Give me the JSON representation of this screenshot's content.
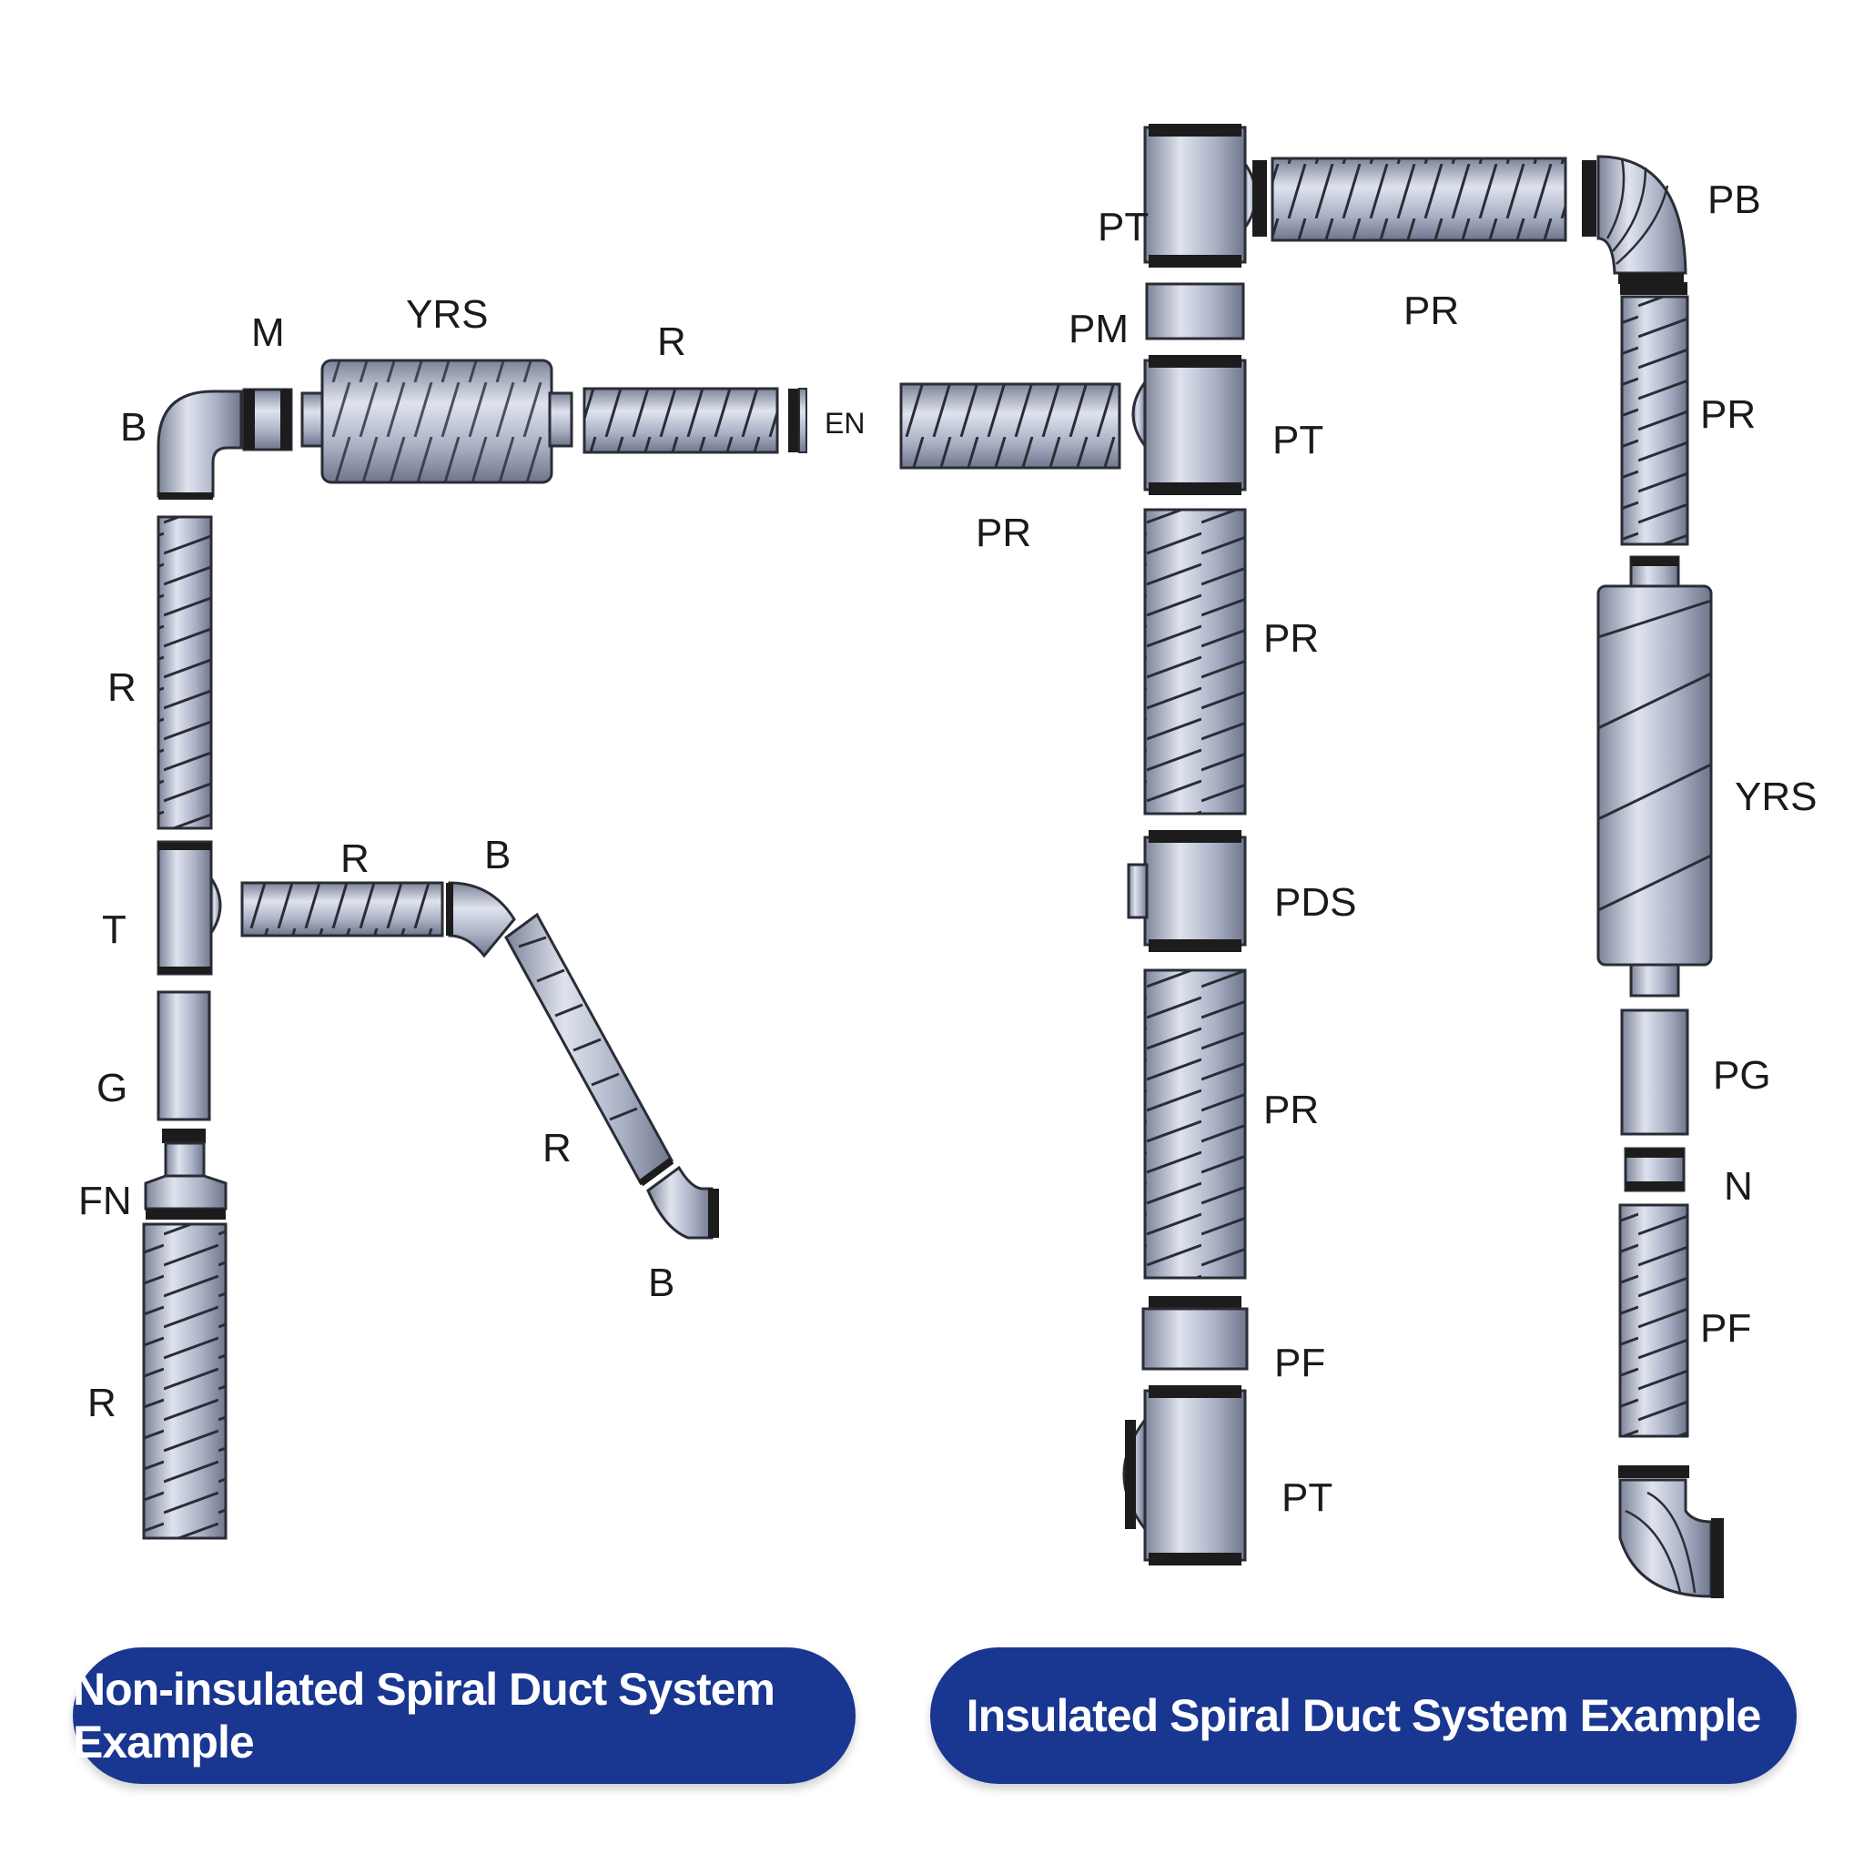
{
  "colors": {
    "duct": "#aeb4c8",
    "duct_light": "#dde1ec",
    "duct_dark": "#6f768c",
    "outline": "#2a2d36",
    "insulation": "#1c1c1c",
    "banner": "#193690",
    "banner_text": "#ffffff"
  },
  "labels": {
    "left": {
      "m": "M",
      "yrs": "YRS",
      "r_top": "R",
      "b_corner": "B",
      "en": "EN",
      "r_vertical": "R",
      "t": "T",
      "r_branch": "R",
      "b_branch": "B",
      "g": "G",
      "r_diagonal": "R",
      "fn": "FN",
      "b_end": "B",
      "r_bottom": "R"
    },
    "right": {
      "pt_top": "PT",
      "pb": "PB",
      "pr_top": "PR",
      "pm": "PM",
      "pr_right_upper": "PR",
      "pt_mid": "PT",
      "pr_inlet": "PR",
      "pr_upper": "PR",
      "yrs": "YRS",
      "pds": "PDS",
      "pg": "PG",
      "pr_lower": "PR",
      "n": "N",
      "pf_right": "PF",
      "pf": "PF",
      "pt_bottom": "PT"
    }
  },
  "banners": {
    "left": "Non-insulated Spiral Duct System Example",
    "right": "Insulated Spiral Duct System Example"
  }
}
